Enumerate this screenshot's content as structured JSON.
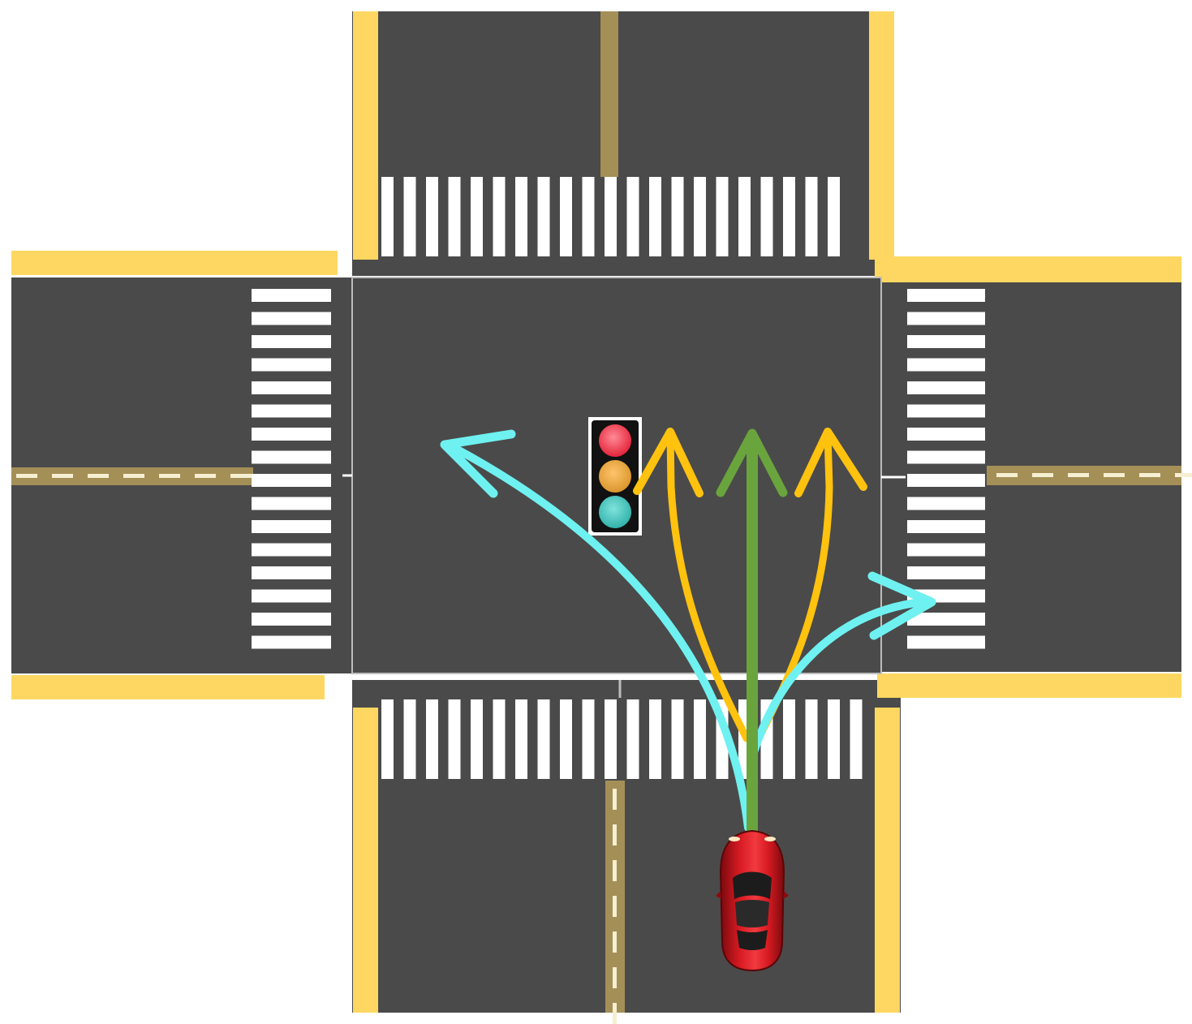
{
  "diagram": {
    "kind": "four-way road intersection with possible vehicle maneuvers",
    "colors": {
      "asphalt": "#4a4a4a",
      "sidewalk": "#fdd761",
      "median": "#a48f57",
      "crosswalk": "#ffffff",
      "lane_dash": "#f6efd2",
      "edge_line": "#bdbdbd",
      "u_turn_and_right_turn_arrows": "#6ff1f1",
      "lane_change_arrows": "#ffc20e",
      "straight_arrow": "#6aa43d",
      "light_housing": "#111111",
      "light_red": "#e4253b",
      "light_amber": "#d9962d",
      "light_green": "#32b3ab",
      "car_body": "#c8141c"
    },
    "icons": {
      "traffic_light": "traffic-light-icon",
      "ego_vehicle": "red-car-icon"
    },
    "traffic_light_lamps": [
      "red",
      "amber",
      "green"
    ],
    "maneuvers": [
      {
        "id": "left-turn",
        "color": "cyan"
      },
      {
        "id": "lane-change-left",
        "color": "yellow"
      },
      {
        "id": "go-straight",
        "color": "green"
      },
      {
        "id": "lane-change-right",
        "color": "yellow"
      },
      {
        "id": "right-turn",
        "color": "cyan"
      }
    ]
  }
}
